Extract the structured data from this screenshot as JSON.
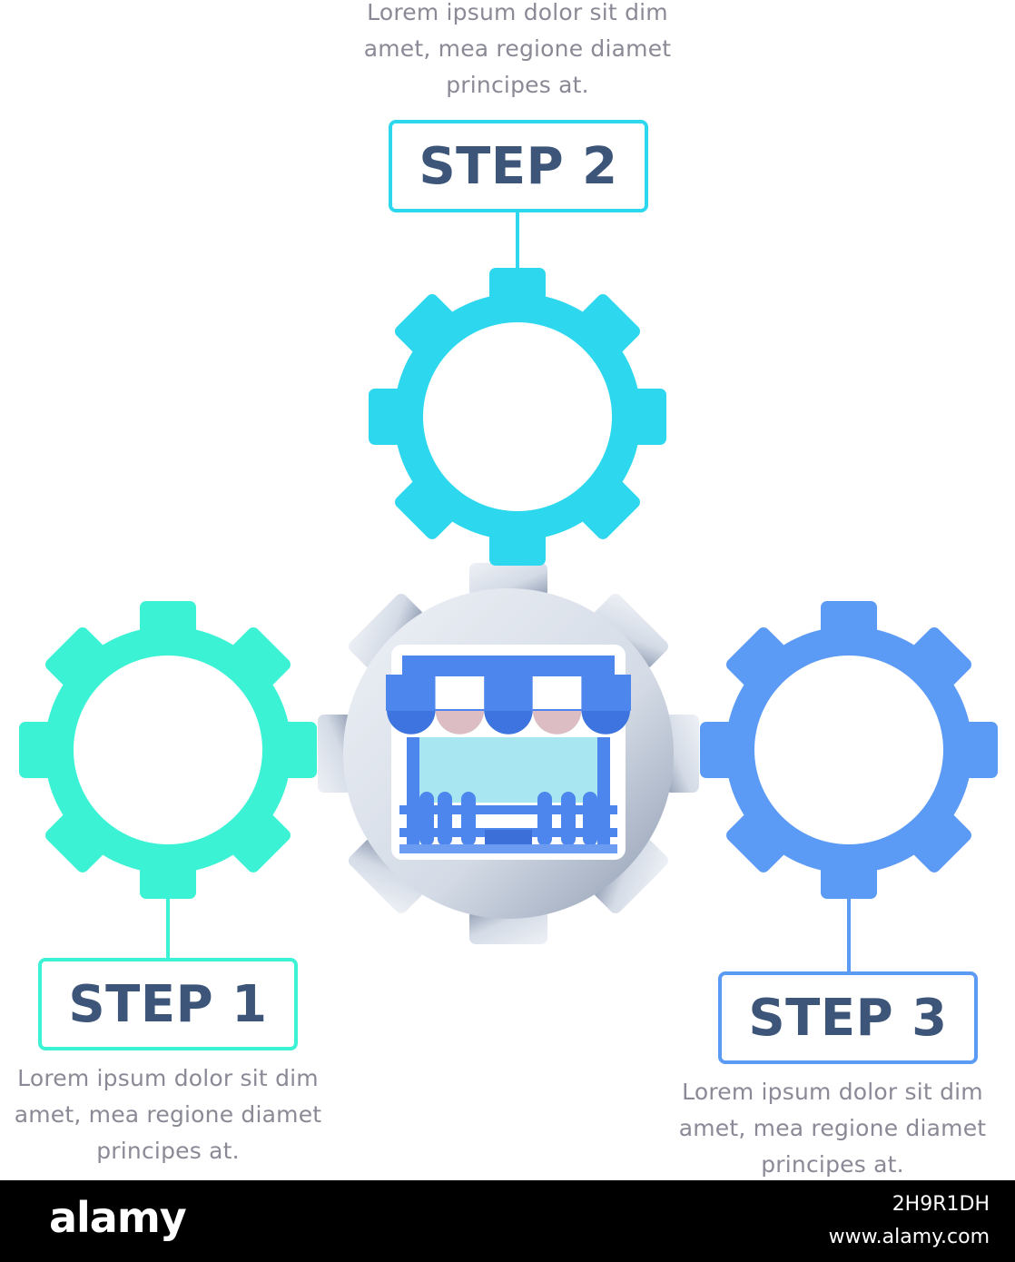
{
  "colors": {
    "step1": "#3cf2d4",
    "step2": "#2dd8ef",
    "step3": "#5c9bf5",
    "center_gear": "#d7dde7",
    "label_text": "#3d5578",
    "description_text": "#8a8a96"
  },
  "center": {
    "icon": "storefront-icon"
  },
  "steps": [
    {
      "label": "STEP 1",
      "icon": "gear-icon",
      "description": [
        "Lorem ipsum dolor sit dim",
        "amet, mea regione diamet",
        "principes at."
      ]
    },
    {
      "label": "STEP 2",
      "icon": "gear-icon",
      "description": [
        "Lorem ipsum dolor sit dim",
        "amet, mea regione diamet",
        "principes at."
      ]
    },
    {
      "label": "STEP 3",
      "icon": "gear-icon",
      "description": [
        "Lorem ipsum dolor sit dim",
        "amet, mea regione diamet",
        "principes at."
      ]
    }
  ],
  "footer": {
    "logo": "alamy",
    "image_id": "2H9R1DH",
    "url": "www.alamy.com"
  }
}
